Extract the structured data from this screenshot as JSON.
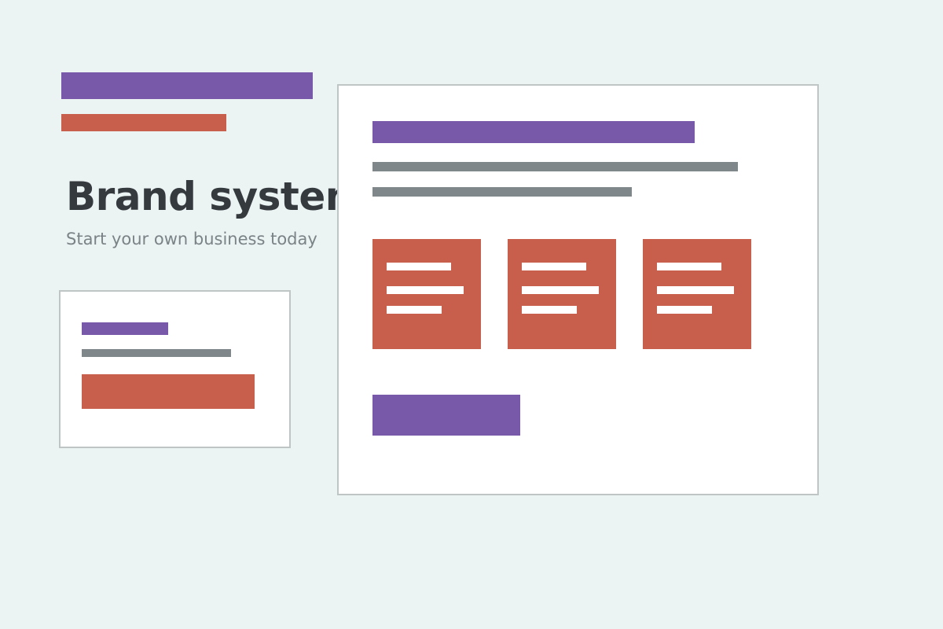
{
  "colors": {
    "background": "#ecf3f3",
    "purple": "#7858a8",
    "orange": "#c85e4c",
    "gray": "#80878a",
    "heading": "#343a3e",
    "subtext": "#7a8386",
    "card": "#ffffff",
    "card_border": "#bfc4c5"
  },
  "hero": {
    "title": "Brand system",
    "subtitle": "Start your own business today"
  },
  "feature_tiles": [
    {
      "lines": 3
    },
    {
      "lines": 3
    },
    {
      "lines": 3
    }
  ]
}
